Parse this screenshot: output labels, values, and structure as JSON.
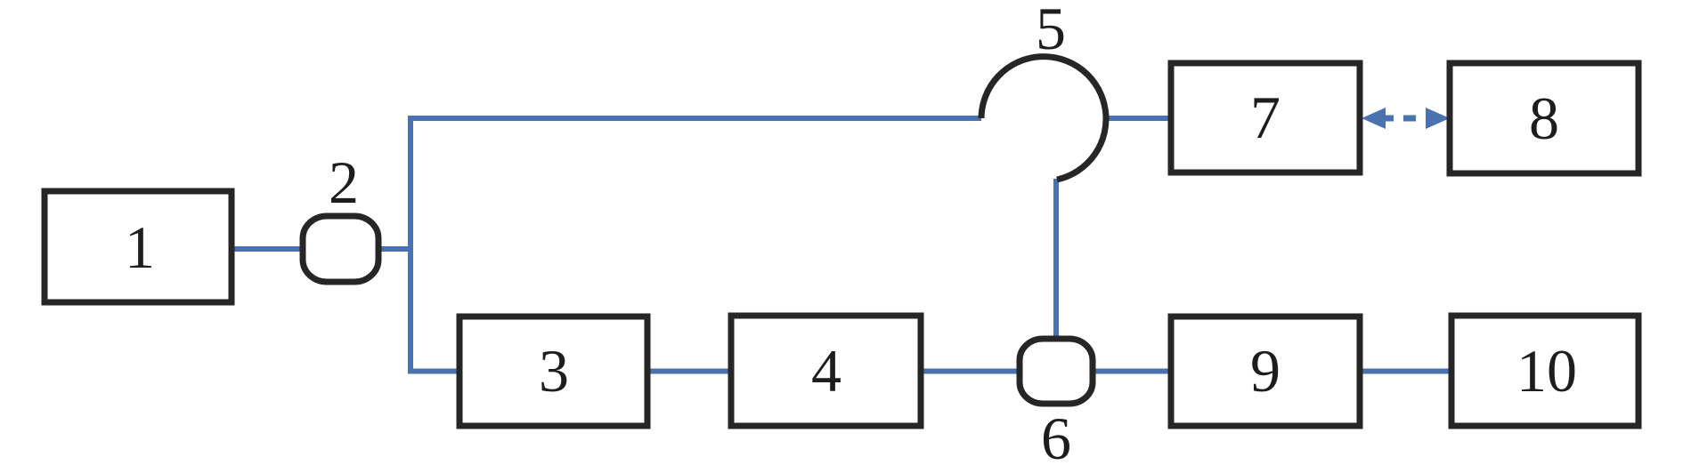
{
  "diagram": {
    "kind": "block-diagram",
    "background": "#ffffff",
    "colors": {
      "connector_blue": "#4a72b0",
      "outline_black": "#262626",
      "label_black": "#1d1d1d"
    },
    "nodes": {
      "n1": {
        "label": "1",
        "shape": "rectangle"
      },
      "n2": {
        "label": "2",
        "shape": "rounded-coupler"
      },
      "n3": {
        "label": "3",
        "shape": "rectangle"
      },
      "n4": {
        "label": "4",
        "shape": "rectangle"
      },
      "n5": {
        "label": "5",
        "shape": "open-circle-loop"
      },
      "n6": {
        "label": "6",
        "shape": "rounded-coupler"
      },
      "n7": {
        "label": "7",
        "shape": "rectangle"
      },
      "n8": {
        "label": "8",
        "shape": "rectangle"
      },
      "n9": {
        "label": "9",
        "shape": "rectangle"
      },
      "n10": {
        "label": "10",
        "shape": "rectangle"
      }
    },
    "edges": [
      {
        "from": "1",
        "to": "2",
        "style": "solid"
      },
      {
        "from": "2",
        "to": "5",
        "style": "solid",
        "route": "up-then-right"
      },
      {
        "from": "2",
        "to": "3",
        "style": "solid",
        "route": "down-then-right"
      },
      {
        "from": "3",
        "to": "4",
        "style": "solid"
      },
      {
        "from": "4",
        "to": "6",
        "style": "solid"
      },
      {
        "from": "5",
        "to": "7",
        "style": "solid"
      },
      {
        "from": "5",
        "to": "6",
        "style": "solid",
        "route": "vertical-down"
      },
      {
        "from": "6",
        "to": "9",
        "style": "solid"
      },
      {
        "from": "9",
        "to": "10",
        "style": "solid"
      },
      {
        "from": "7",
        "to": "8",
        "style": "dashed-double-arrow"
      }
    ]
  }
}
